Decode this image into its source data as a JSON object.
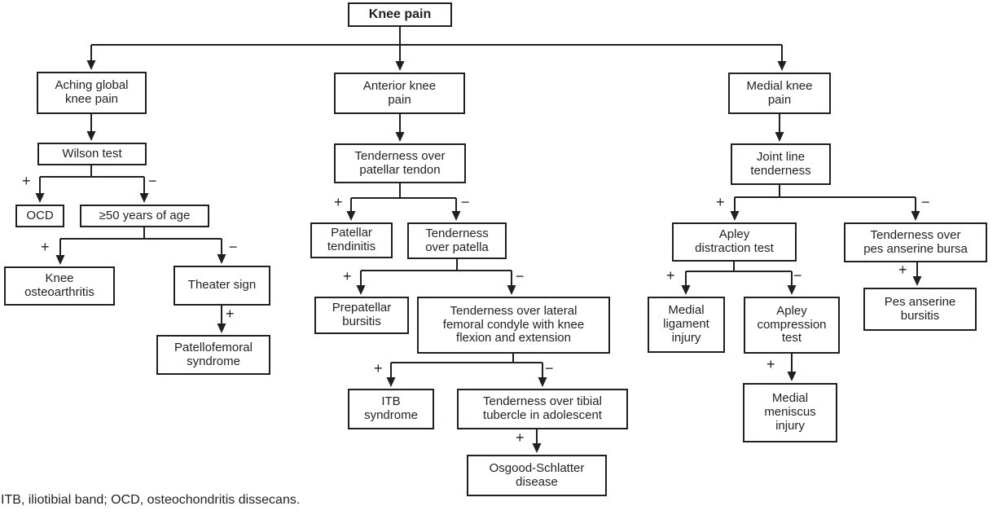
{
  "figure": {
    "caption": "ITB, iliotibial band; OCD, osteochondritis dissecans."
  },
  "colors": {
    "ink": "#231f20",
    "background": "#ffffff"
  },
  "nodes": {
    "knee_pain": {
      "label": "Knee pain"
    },
    "aching_global_knee_pain": {
      "label": "Aching global\nknee pain"
    },
    "wilson_test": {
      "label": "Wilson test"
    },
    "ocd": {
      "label": "OCD"
    },
    "age_50_or_older": {
      "label": "≥50 years of age"
    },
    "knee_osteoarthritis": {
      "label": "Knee\nosteoarthritis"
    },
    "theater_sign": {
      "label": "Theater sign"
    },
    "patellofemoral_syndrome": {
      "label": "Patellofemoral\nsyndrome"
    },
    "anterior_knee_pain": {
      "label": "Anterior knee\npain"
    },
    "tenderness_over_patellar_tendon": {
      "label": "Tenderness over\npatellar tendon"
    },
    "patellar_tendinitis": {
      "label": "Patellar\ntendinitis"
    },
    "tenderness_over_patella": {
      "label": "Tenderness\nover patella"
    },
    "prepatellar_bursitis": {
      "label": "Prepatellar\nbursitis"
    },
    "tenderness_lateral_femoral_condyle": {
      "label": "Tenderness over lateral\nfemoral condyle with knee\nflexion and extension"
    },
    "itb_syndrome": {
      "label": "ITB\nsyndrome"
    },
    "tenderness_tibial_tubercle": {
      "label": "Tenderness over tibial\ntubercle in adolescent"
    },
    "osgood_schlatter_disease": {
      "label": "Osgood-Schlatter\ndisease"
    },
    "medial_knee_pain": {
      "label": "Medial knee\npain"
    },
    "joint_line_tenderness": {
      "label": "Joint line\ntenderness"
    },
    "apley_distraction_test": {
      "label": "Apley\ndistraction test"
    },
    "tenderness_pes_anserine_bursa": {
      "label": "Tenderness over\npes anserine bursa"
    },
    "medial_ligament_injury": {
      "label": "Medial\nligament\ninjury"
    },
    "apley_compression_test": {
      "label": "Apley\ncompression\ntest"
    },
    "pes_anserine_bursitis": {
      "label": "Pes anserine\nbursitis"
    },
    "medial_meniscus_injury": {
      "label": "Medial\nmeniscus\ninjury"
    }
  },
  "edges": [
    {
      "from": "knee_pain",
      "to": "aching_global_knee_pain",
      "sign": ""
    },
    {
      "from": "knee_pain",
      "to": "anterior_knee_pain",
      "sign": ""
    },
    {
      "from": "knee_pain",
      "to": "medial_knee_pain",
      "sign": ""
    },
    {
      "from": "aching_global_knee_pain",
      "to": "wilson_test",
      "sign": ""
    },
    {
      "from": "wilson_test",
      "to": "ocd",
      "sign": "+"
    },
    {
      "from": "wilson_test",
      "to": "age_50_or_older",
      "sign": "−"
    },
    {
      "from": "age_50_or_older",
      "to": "knee_osteoarthritis",
      "sign": "+"
    },
    {
      "from": "age_50_or_older",
      "to": "theater_sign",
      "sign": "−"
    },
    {
      "from": "theater_sign",
      "to": "patellofemoral_syndrome",
      "sign": "+"
    },
    {
      "from": "anterior_knee_pain",
      "to": "tenderness_over_patellar_tendon",
      "sign": ""
    },
    {
      "from": "tenderness_over_patellar_tendon",
      "to": "patellar_tendinitis",
      "sign": "+"
    },
    {
      "from": "tenderness_over_patellar_tendon",
      "to": "tenderness_over_patella",
      "sign": "−"
    },
    {
      "from": "tenderness_over_patella",
      "to": "prepatellar_bursitis",
      "sign": "+"
    },
    {
      "from": "tenderness_over_patella",
      "to": "tenderness_lateral_femoral_condyle",
      "sign": "−"
    },
    {
      "from": "tenderness_lateral_femoral_condyle",
      "to": "itb_syndrome",
      "sign": "+"
    },
    {
      "from": "tenderness_lateral_femoral_condyle",
      "to": "tenderness_tibial_tubercle",
      "sign": "−"
    },
    {
      "from": "tenderness_tibial_tubercle",
      "to": "osgood_schlatter_disease",
      "sign": "+"
    },
    {
      "from": "medial_knee_pain",
      "to": "joint_line_tenderness",
      "sign": ""
    },
    {
      "from": "joint_line_tenderness",
      "to": "apley_distraction_test",
      "sign": "+"
    },
    {
      "from": "joint_line_tenderness",
      "to": "tenderness_pes_anserine_bursa",
      "sign": "−"
    },
    {
      "from": "apley_distraction_test",
      "to": "medial_ligament_injury",
      "sign": "+"
    },
    {
      "from": "apley_distraction_test",
      "to": "apley_compression_test",
      "sign": "−"
    },
    {
      "from": "apley_compression_test",
      "to": "medial_meniscus_injury",
      "sign": "+"
    },
    {
      "from": "tenderness_pes_anserine_bursa",
      "to": "pes_anserine_bursitis",
      "sign": "+"
    }
  ]
}
